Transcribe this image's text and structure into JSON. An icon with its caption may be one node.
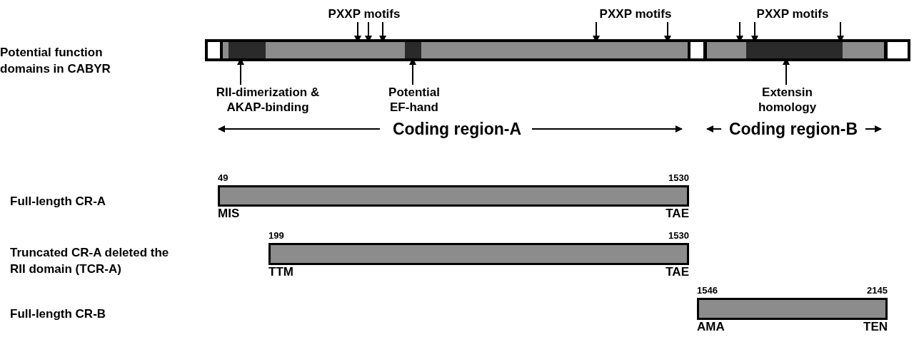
{
  "diagram": {
    "nodes": [
      {
        "text": [
          "PXXP motifs"
        ]
      },
      {
        "text": [
          "PXXP motifs"
        ]
      },
      {
        "text": [
          "PXXP motifs"
        ]
      },
      {
        "text": [],
        "shape": "bar"
      },
      {
        "text": [],
        "shape": "box",
        "in": 3
      },
      {
        "text": [],
        "shape": "box",
        "in": 3
      },
      {
        "text": [],
        "shape": "box",
        "in": 3
      },
      {
        "text": [],
        "shape": "box",
        "in": 3
      },
      {
        "text": [],
        "shape": "box",
        "in": 3
      },
      {
        "text": [],
        "shape": "box",
        "in": 3
      },
      {
        "text": [],
        "shape": "box",
        "in": 3
      },
      {
        "text": [],
        "shape": "box",
        "in": 3
      },
      {
        "text": [],
        "shape": "box",
        "in": 3
      },
      {
        "text": [],
        "shape": "box",
        "in": 3
      },
      {
        "text": [],
        "shape": "box",
        "in": 3
      },
      {
        "text": [
          "RII-dimerization & AKAP-binding"
        ]
      },
      {
        "text": [
          "Potential EF-hand"
        ]
      },
      {
        "text": [
          "Extensin homology"
        ]
      },
      {
        "text": [],
        "shape": "bar",
        "beside": [
          "49",
          "1530",
          "MIS",
          "TAE"
        ]
      },
      {
        "text": [],
        "shape": "bar",
        "beside": [
          "199",
          "1530",
          "TTM",
          "TAE"
        ]
      },
      {
        "text": [],
        "shape": "bar",
        "beside": [
          "1546",
          "2145",
          "AMA",
          "TEN"
        ]
      }
    ],
    "edges": [
      {
        "from": 0,
        "to": 7,
        "arrow": "to"
      },
      {
        "from": 0,
        "to": 7,
        "arrow": "to"
      },
      {
        "from": 0,
        "to": 7,
        "arrow": "to"
      },
      {
        "from": 1,
        "to": 9,
        "arrow": "to"
      },
      {
        "from": 1,
        "to": 9,
        "arrow": "to"
      },
      {
        "from": 2,
        "to": 11,
        "arrow": "to"
      },
      {
        "from": 2,
        "to": 12,
        "arrow": "to"
      },
      {
        "from": 2,
        "to": 12,
        "arrow": "to"
      },
      {
        "from": 15,
        "to": 6,
        "arrow": "to"
      },
      {
        "from": 16,
        "to": 8,
        "arrow": "to"
      },
      {
        "from": 17,
        "to": 12,
        "arrow": "to"
      }
    ],
    "labels": [
      "Potential function domains in CABYR",
      "Coding region-A",
      "Coding region-B",
      "Full-length CR-A",
      "Truncated CR-A deleted the RII domain (TCR-A)",
      "Full-length CR-B"
    ]
  }
}
